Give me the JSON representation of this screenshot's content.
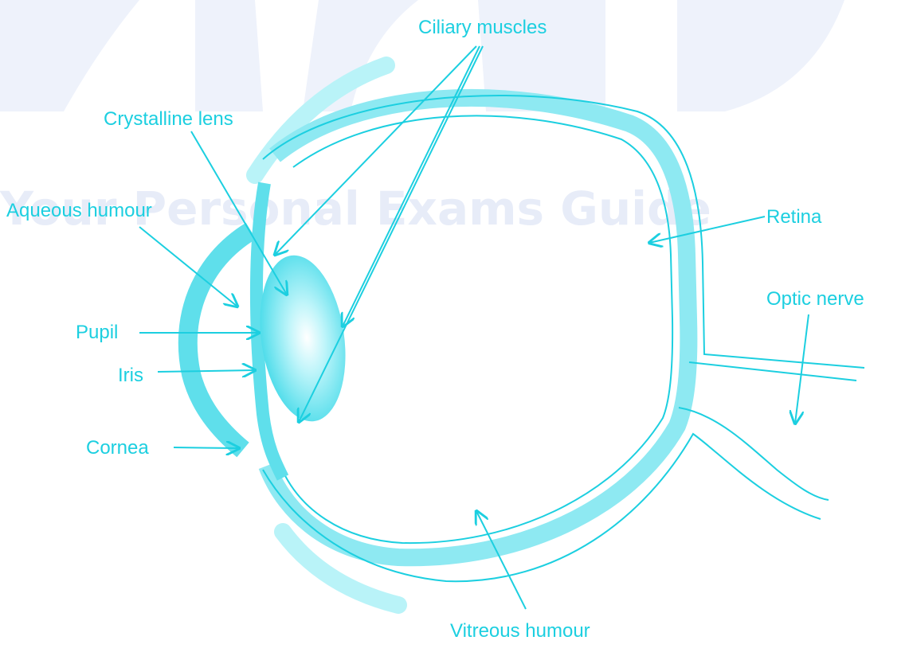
{
  "watermark": "Your Personal Exams Guide",
  "colors": {
    "accent": "#1ccfe0",
    "fill": "#8ee9f2",
    "watermark": "#e7ecf8"
  },
  "labels": {
    "ciliary_muscles": "Ciliary muscles",
    "crystalline_lens": "Crystalline lens",
    "aqueous_humour": "Aqueous humour",
    "pupil": "Pupil",
    "iris": "Iris",
    "cornea": "Cornea",
    "retina": "Retina",
    "optic_nerve": "Optic nerve",
    "vitreous_humour": "Vitreous humour"
  }
}
